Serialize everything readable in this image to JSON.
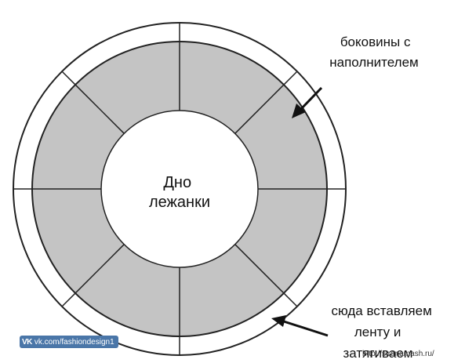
{
  "diagram": {
    "center_label": [
      "Дно",
      "лежанки"
    ],
    "annotation_top": [
      "боковины с",
      "наполнителем"
    ],
    "annotation_bottom": [
      "сюда вставляем",
      "ленту и",
      "затягиваем"
    ],
    "segments": 8,
    "colors": {
      "fill": "#c4c4c4",
      "stroke": "#222222",
      "background": "#ffffff"
    }
  },
  "watermarks": {
    "vk_logo": "VK",
    "vk_text": "vk.com/fashiondesign1",
    "site": "http://stranamash.ru/"
  }
}
